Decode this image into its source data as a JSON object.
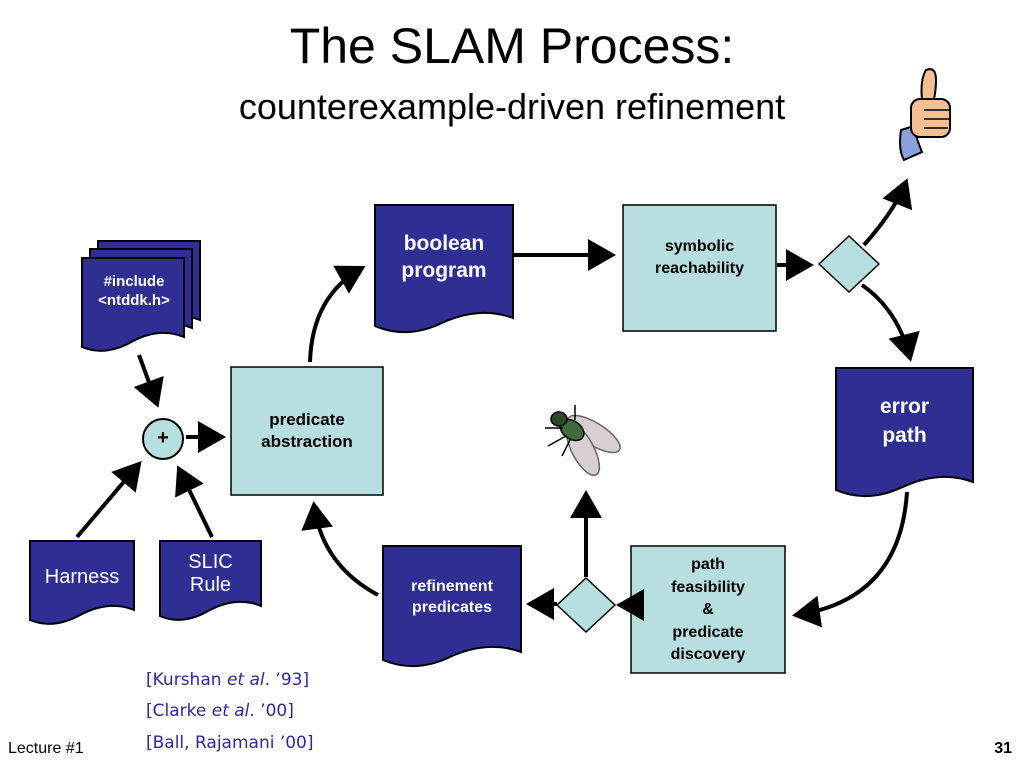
{
  "title": "The SLAM Process:",
  "subtitle": "counterexample-driven refinement",
  "nodes": {
    "include": "#include\n<ntddk.h>",
    "plus": "+",
    "harness": "Harness",
    "slic": "SLIC\nRule",
    "predicate_abstraction": "predicate\nabstraction",
    "boolean_program": "boolean\nprogram",
    "symbolic_reachability": "symbolic\nreachability",
    "error_path": "error\npath",
    "path_feasibility": "path\nfeasibility\n&\npredicate\ndiscovery",
    "refinement_predicates": "refinement\npredicates"
  },
  "references": [
    {
      "pre": "[Kurshan ",
      "em": "et al",
      "post": ". ’93]"
    },
    {
      "pre": "[Clarke ",
      "em": "et al",
      "post": ". ’00]"
    },
    {
      "pre": "[Ball, Rajamani ’00]",
      "em": "",
      "post": ""
    }
  ],
  "footer": {
    "left": "Lecture #1",
    "right": "31"
  },
  "colors": {
    "doc_fill": "#2e2e93",
    "box_fill": "#b8dfe0",
    "stroke": "#000000"
  },
  "icons": [
    "thumbs-up-icon",
    "fly-icon"
  ]
}
